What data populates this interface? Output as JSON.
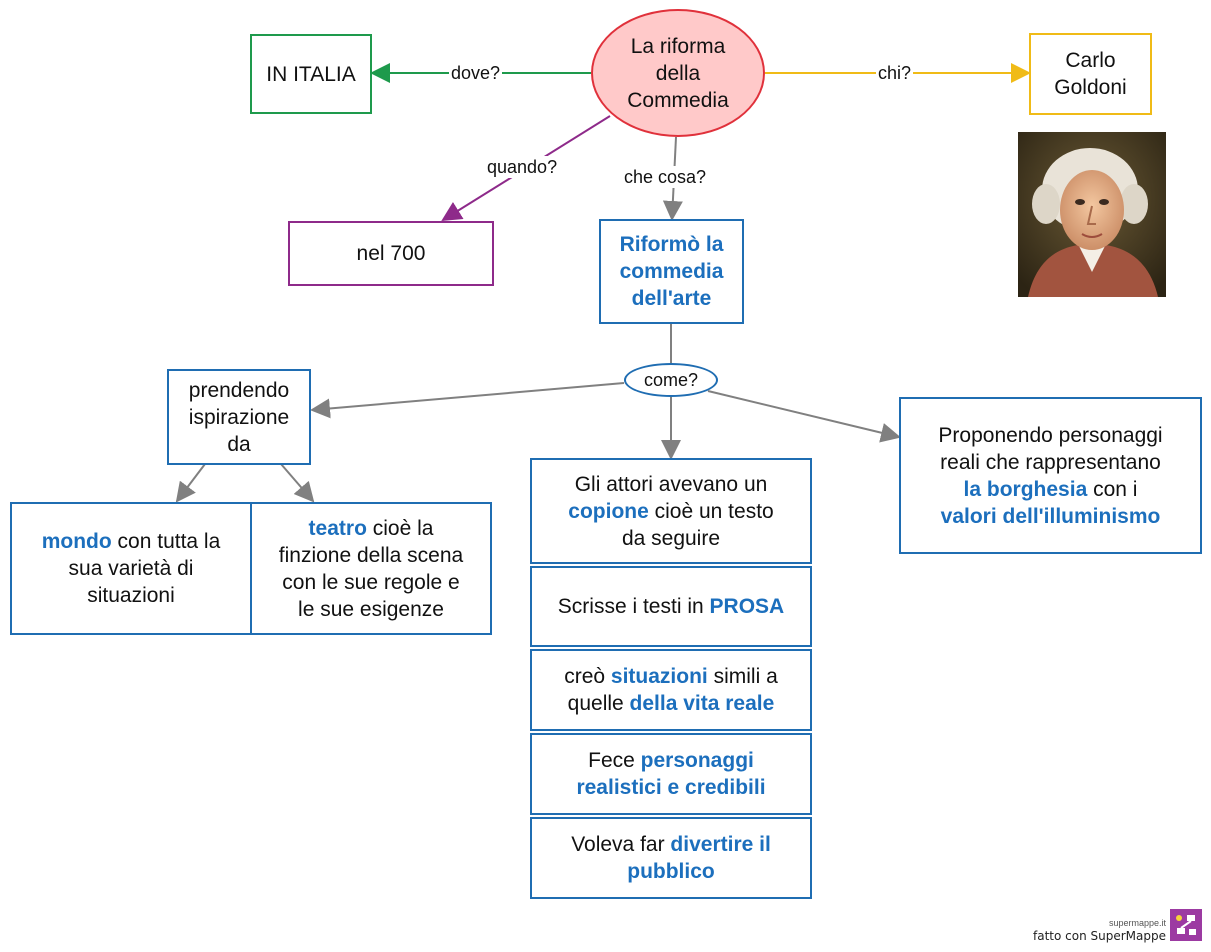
{
  "central": {
    "line1": "La riforma",
    "line2": "della",
    "line3": "Commedia"
  },
  "where": {
    "label": "dove?",
    "answer": "IN ITALIA"
  },
  "who": {
    "label": "chi?",
    "answer_line1": "Carlo",
    "answer_line2": "Goldoni"
  },
  "when": {
    "label": "quando?",
    "answer": "nel 700"
  },
  "what": {
    "label": "che cosa?",
    "line1": "Riformò la",
    "line2": "commedia",
    "line3": "dell'arte"
  },
  "how": {
    "label": "come?"
  },
  "inspiration": {
    "line1": "prendendo",
    "line2": "ispirazione",
    "line3": "da",
    "world": {
      "hl": "mondo",
      "t1": " con tutta la",
      "t2": "sua varietà di",
      "t3": "situazioni"
    },
    "theatre": {
      "hl": "teatro",
      "t1": " cioè la",
      "t2": "finzione della scena",
      "t3": "con le sue regole  e",
      "t4": "le sue esigenze"
    }
  },
  "characters_box": {
    "t1": "Proponendo personaggi",
    "t2": "reali che rappresentano",
    "hl1": "la borghesia",
    "t3": " con i",
    "hl2": "valori  dell'illuminismo"
  },
  "methods": {
    "actors": {
      "t1": "Gli attori avevano un",
      "hl": "copione",
      "t2": " cioè un testo",
      "t3": "da seguire"
    },
    "prose": {
      "t1": "Scrisse i testi in ",
      "hl": "PROSA"
    },
    "situations": {
      "t1": "creò ",
      "hl1": "situazioni",
      "t2": " simili a",
      "t3": "quelle ",
      "hl2": "della vita reale"
    },
    "realistic": {
      "t1": "Fece ",
      "hl1": "personaggi",
      "hl2": "realistici e credibili"
    },
    "entertain": {
      "t1": "Voleva far ",
      "hl1": "divertire il",
      "hl2": "pubblico"
    }
  },
  "footer": {
    "site": "supermappe.it",
    "made_with": "fatto con SuperMappe"
  },
  "colors": {
    "blue": "#1f6db2",
    "highlight": "#1c6fbd",
    "green": "#1e9a4c",
    "gold": "#f0bb17",
    "purple": "#8e2a8a",
    "central_fill": "#ffc9c9",
    "central_border": "#e0313b",
    "gray_arrow": "#808080"
  }
}
